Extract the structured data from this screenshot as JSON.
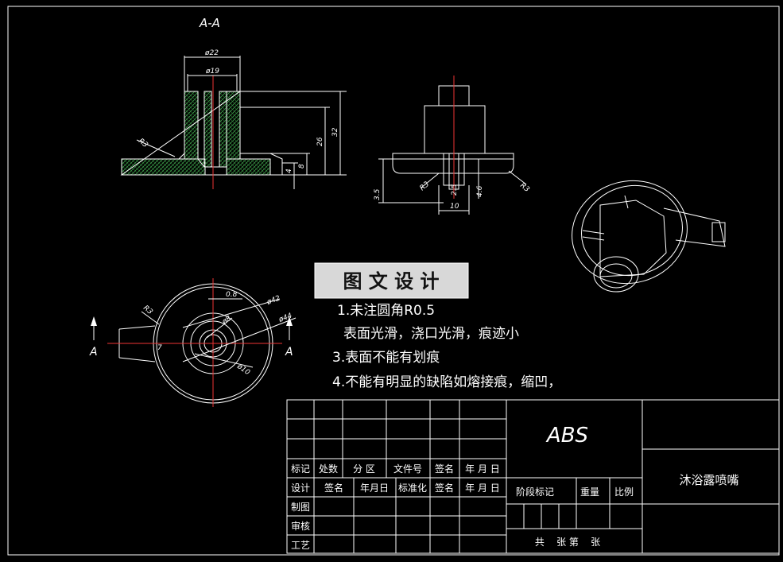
{
  "section_label": "A-A",
  "dims": {
    "d22": "ø22",
    "d19": "ø19",
    "h32": "32",
    "h26": "26",
    "h8": "8",
    "h4": "4",
    "r3_a": "R3",
    "r3_b": "R3",
    "r3_c": "R3",
    "r3_d": "R3",
    "h35": "3.5",
    "w25": "2.5",
    "h46": "4.6",
    "w10": "10",
    "d08": "0.8",
    "d42": "ø42",
    "d44": "ø44",
    "d8": "ø8",
    "d10": "ø10",
    "d7": "7"
  },
  "section_marks": {
    "left": "A",
    "right": "A"
  },
  "banner": "图 文 设 计",
  "notes": [
    "1.未注圆角R0.5",
    "表面光滑，浇口光滑，痕迹小",
    "3.表面不能有划痕",
    "4.不能有明显的缺陷如熔接痕，缩凹，"
  ],
  "title_block": {
    "material": "ABS",
    "part_name": "沐浴露喷嘴",
    "row_mark": [
      "标记",
      "处数",
      "分  区",
      "文件号",
      "签名",
      "年 月 日"
    ],
    "row_design": [
      "设计",
      "签名",
      "年月日",
      "标准化",
      "签名",
      "年 月 日"
    ],
    "draw": "制图",
    "review": "审核",
    "process": "工艺",
    "stage_mark": "阶段标记",
    "weight": "重量",
    "scale": "比例",
    "sheets": "共    张 第    张"
  }
}
